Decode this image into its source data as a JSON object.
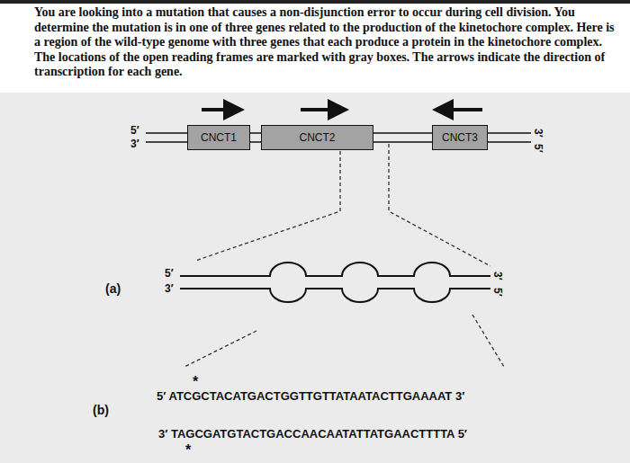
{
  "diagram": {
    "nodes": [
      {
        "text": [
          "CNCT1"
        ]
      },
      {
        "text": [
          "CNCT2"
        ]
      },
      {
        "text": [
          "CNCT3"
        ]
      }
    ],
    "labels": [
      "You are looking into a mutation that causes a non-disjunction error to occur during cell division. You determine the mutation is in one of three genes related to the production of the kinetochore complex. Here is a region of the wild-type genome with three genes that each produce a protein in the kinetochore complex. The locations of the open reading frames are marked with gray boxes. The arrows indicate the direction of transcription for each gene.",
      "5′",
      "3′",
      "3′",
      "5′",
      "(a)",
      "5′",
      "3′",
      "3′",
      "5′",
      "*",
      "(b)",
      "5′ ATCGCTACATGACTGGTTGTTATAATACTTGAAAAT 3′",
      "3′ TAGCGATGTACTGACCAACAATATTATGAACTTTTA 5′",
      "*"
    ]
  }
}
